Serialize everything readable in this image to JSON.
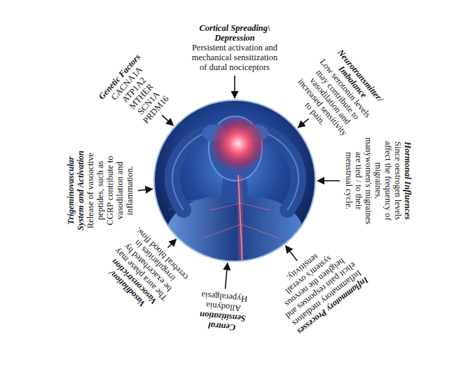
{
  "diagram": {
    "labels": [
      "Cortical Spreading\\ Depression",
      "Persistent activation and mechanical sensitization of dural nociceptors",
      "Neurotransmitter/ Imbalance",
      "Low serotonin levels may contribute to vasodilation and increased sensitivity to pain.",
      "Hormonal Influences",
      "Since oestrogen levels affect the frequency of migraines, manywomen's migraines are tied / to their menstrual cycle.",
      "Inflammatory Processes",
      "Inflammatory mediators elicit pain responses and heighten the nervous system's overall sensitivity.",
      "Central Sensitization",
      "Allodynia Hyperalgesia",
      "Vasodilation/ Vasoconstriction",
      "The aura phase may be exacerbated by irregularities in cerebral blood flow.",
      "Trigeminovascular System and Activation",
      "Release of vasoactive peptides, such as CGRP contribute to vasodilation and inflammation.",
      "Genetic Factors",
      "CACNA1A ATP1A2 MTHER SCN1A PRDM16"
    ]
  }
}
